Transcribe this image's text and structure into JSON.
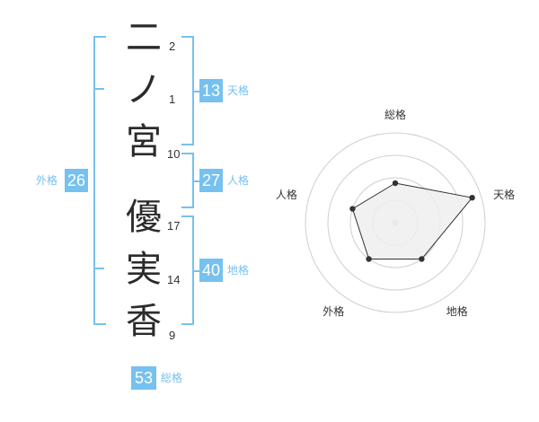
{
  "name_chars": [
    {
      "char": "二",
      "strokes": "2"
    },
    {
      "char": "ノ",
      "strokes": "1"
    },
    {
      "char": "宮",
      "strokes": "10"
    },
    {
      "char": "優",
      "strokes": "17"
    },
    {
      "char": "実",
      "strokes": "14"
    },
    {
      "char": "香",
      "strokes": "9"
    }
  ],
  "fortunes": {
    "tenkaku": {
      "value": "13",
      "label": "天格"
    },
    "jinkaku": {
      "value": "27",
      "label": "人格"
    },
    "chikaku": {
      "value": "40",
      "label": "地格"
    },
    "gaikaku": {
      "value": "26",
      "label": "外格"
    },
    "soukaku": {
      "value": "53",
      "label": "総格"
    }
  },
  "colors": {
    "accent": "#76c1ef",
    "radar_fill": "#eeeeee",
    "radar_line": "#333333"
  },
  "chart_data": {
    "type": "radar",
    "axes": [
      "総格",
      "天格",
      "地格",
      "外格",
      "人格"
    ],
    "values": [
      2.2,
      4.5,
      2.5,
      2.5,
      2.5
    ],
    "max": 5,
    "rings": 4,
    "grid": true
  }
}
